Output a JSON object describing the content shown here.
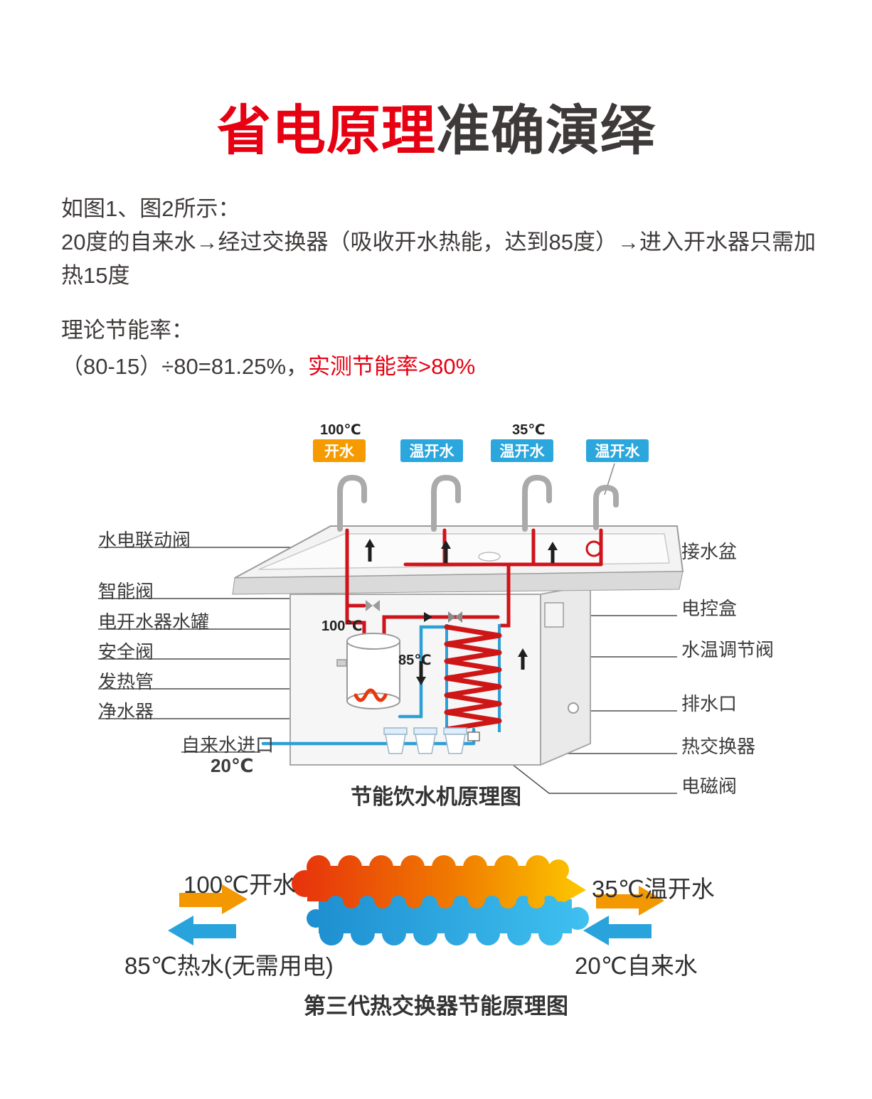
{
  "title": {
    "highlight": "省电原理",
    "rest": "准确演绎",
    "highlight_color": "#e60012",
    "text_color": "#3e3a39"
  },
  "intro": {
    "line1": "如图1、图2所示：",
    "line2": "20度的自来水→经过交换器（吸收开水热能，达到85度）→进入开水器只需加热15度",
    "line3": "理论节能率：",
    "formula_black": "（80-15）÷80=81.25%，",
    "formula_red": "实测节能率>80%",
    "red_color": "#e60012"
  },
  "diagram1": {
    "caption": "节能饮水机原理图",
    "temps": {
      "top_left": "100℃",
      "top_right": "35℃",
      "tank_out": "100℃",
      "preheat": "85℃",
      "inlet": "20℃"
    },
    "taps": [
      {
        "label": "开水",
        "color": "#f59b00"
      },
      {
        "label": "温开水",
        "color": "#2ba7dd"
      },
      {
        "label": "温开水",
        "color": "#2ba7dd"
      },
      {
        "label": "温开水",
        "color": "#2ba7dd"
      }
    ],
    "left_labels": [
      "水电联动阀",
      "智能阀",
      "电开水器水罐",
      "安全阀",
      "发热管",
      "净水器",
      "自来水进口"
    ],
    "right_labels": [
      "接水盆",
      "电控盒",
      "水温调节阀",
      "排水口",
      "热交换器",
      "电磁阀"
    ],
    "pipe_colors": {
      "hot": "#d0121b",
      "cold": "#2e9fd4"
    }
  },
  "diagram2": {
    "caption": "第三代热交换器节能原理图",
    "labels": {
      "hot_in": "100℃开水",
      "hot_out": "35℃温开水",
      "cold_out": "85℃热水(无需用电)",
      "cold_in": "20℃自来水"
    },
    "colors": {
      "hot_start": "#e7340c",
      "hot_end": "#fcc800",
      "cold": "#29a3dc",
      "arrow_hot": "#f39800",
      "arrow_cold": "#29a3dc"
    }
  }
}
